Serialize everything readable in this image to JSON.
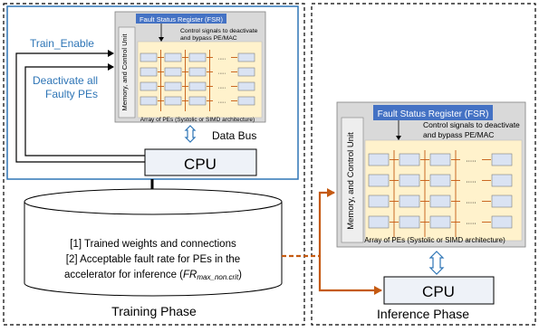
{
  "training": {
    "left_label_1": "Train_Enable",
    "left_label_2a": "Deactivate all",
    "left_label_2b": "Faulty PEs",
    "fsr_label": "Fault Status Register (FSR)",
    "control_line1": "Control signals to deactivate",
    "control_line2": "and bypass PE/MAC",
    "memory_unit": "Memory, and Control Unit",
    "array_label": "Array of PEs (Systolic or SIMD architecture)",
    "data_bus": "Data Bus",
    "cpu": "CPU",
    "db_line1": "[1] Trained weights and connections",
    "db_line2": "[2] Acceptable fault rate for PEs in the",
    "db_line3_pre": "accelerator for inference (",
    "db_line3_fr": "FR",
    "db_line3_sub": "max_non.crit",
    "db_line3_post": ")",
    "phase_label": "Training Phase"
  },
  "inference": {
    "fsr_label": "Fault Status Register (FSR)",
    "control_line1": "Control signals to deactivate",
    "control_line2": "and bypass PE/MAC",
    "memory_unit": "Memory, and Control Unit",
    "array_label": "Array of PEs (Systolic or SIMD architecture)",
    "cpu": "CPU",
    "phase_label": "Inference Phase"
  },
  "colors": {
    "accent_blue": "#2e75b6",
    "fsr_blue": "#4472c4",
    "orange": "#c55a11",
    "accel_bg": "#d9d9d9",
    "array_bg": "#fff2cc",
    "pe_fill": "#dae3f3",
    "cpu_fill": "#eef2f8"
  }
}
